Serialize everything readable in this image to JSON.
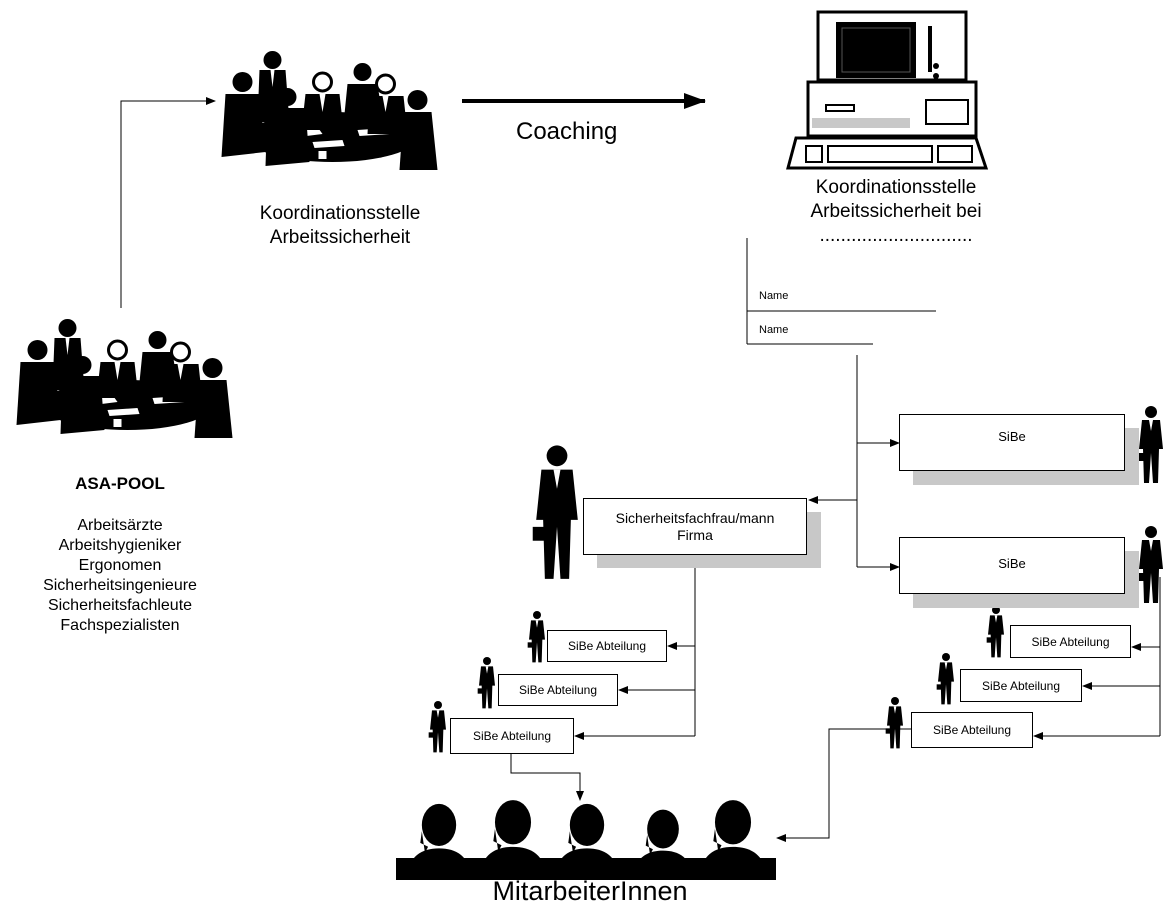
{
  "coaching_label": "Coaching",
  "koordination_left": {
    "line1": "Koordinationsstelle",
    "line2": "Arbeitssicherheit"
  },
  "koordination_right": {
    "line1": "Koordinationsstelle",
    "line2": "Arbeitssicherheit bei",
    "line3": "............................."
  },
  "name_fields": [
    "Name",
    "Name"
  ],
  "asa_pool": {
    "title": "ASA-POOL",
    "members": [
      "Arbeitsärzte",
      "Arbeitshygieniker",
      "Ergonomen",
      "Sicherheitsingenieure",
      "Sicherheitsfachleute",
      "Fachspezialisten"
    ]
  },
  "sicherheitsfach": {
    "line1": "Sicherheitsfachfrau/mann",
    "line2": "Firma"
  },
  "sibe_boxes": [
    "SiBe",
    "SiBe"
  ],
  "sibe_abteilung_left": [
    "SiBe Abteilung",
    "SiBe Abteilung",
    "SiBe Abteilung"
  ],
  "sibe_abteilung_right": [
    "SiBe Abteilung",
    "SiBe Abteilung",
    "SiBe Abteilung"
  ],
  "mitarbeiter_label": "MitarbeiterInnen"
}
